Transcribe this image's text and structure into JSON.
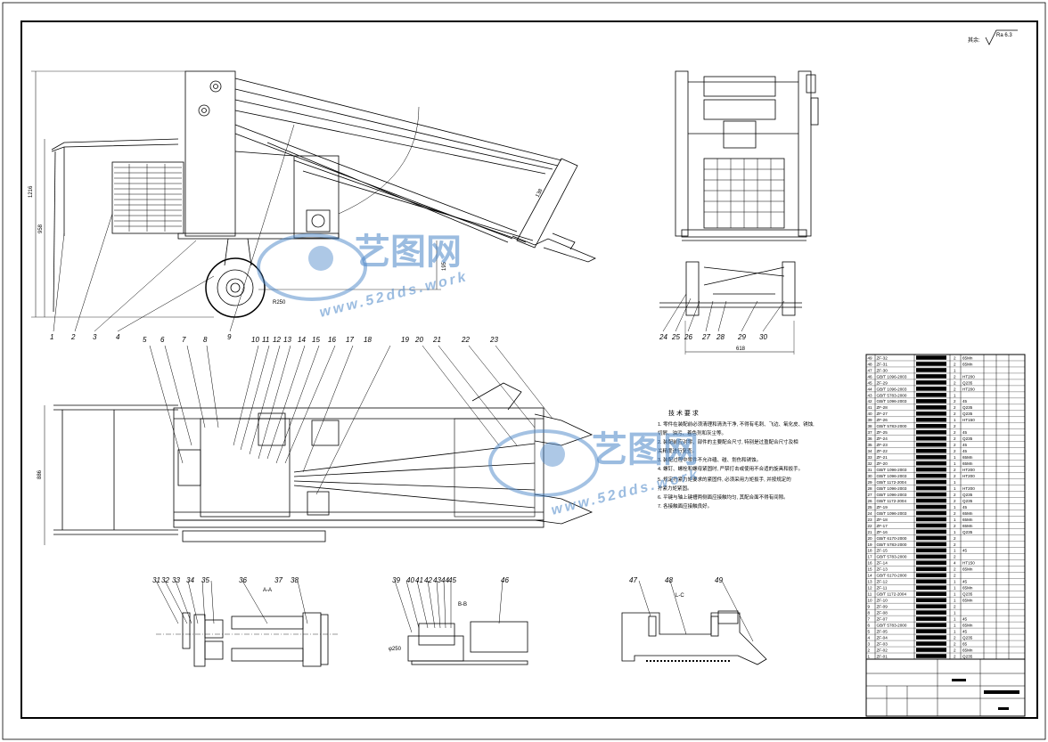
{
  "roughness_note": "其余:",
  "roughness_value": "Ra 6.3",
  "section_labels": {
    "aa": "A-A",
    "bb": "B-B",
    "cc": "L-C"
  },
  "dims": {
    "front_height": "1216",
    "front_inner_height": "958",
    "front_small": "195",
    "front_radius": "R250",
    "front_slope": "138",
    "side_width": "618",
    "top_height": "886",
    "bb_dia": "φ250"
  },
  "callouts_front": [
    "1",
    "2",
    "3",
    "4",
    "9"
  ],
  "callouts_side": [
    "24",
    "25",
    "26",
    "27",
    "28",
    "29",
    "30"
  ],
  "callouts_top": [
    "5",
    "6",
    "7",
    "8",
    "10",
    "11",
    "12",
    "13",
    "14",
    "15",
    "16",
    "17",
    "18",
    "19",
    "20",
    "21",
    "22",
    "23"
  ],
  "callouts_aa": [
    "31",
    "32",
    "33",
    "34",
    "35",
    "36",
    "37",
    "38"
  ],
  "callouts_bb": [
    "39",
    "40",
    "41",
    "42",
    "43",
    "44",
    "45",
    "46"
  ],
  "callouts_cc": [
    "47",
    "48",
    "49"
  ],
  "tech_title": "技 术 要 求",
  "tech_lines": [
    "1. 零件在装配前必须清理和清洗干净, 不得有毛刺、飞边、氧化皮、锈蚀,",
    "   切屑、油污、着色剂和灰尘等。",
    "2. 装配前应对零、部件的主要配合尺寸, 特别是过盈配合尺寸及相",
    "   关精度进行复查。",
    "3. 装配过程中零件不允许磕、碰、划伤和锈蚀。",
    "4. 螺钉、螺栓和螺母紧固时, 严禁打击或使用不合适的旋具和扳手。",
    "5. 规定拧紧力矩要求的紧固件, 必须采用力矩扳手, 并按规定的",
    "   拧紧力矩紧固。",
    "6. 平键与轴上键槽两侧面应接触均匀, 其配合面不得有间隙。",
    "7. 各接触面应接触良好。"
  ],
  "bom_rows": [
    {
      "no": "49",
      "code": "ZF-32",
      "qty": "2",
      "mat": "65Mn"
    },
    {
      "no": "48",
      "code": "ZF-31",
      "qty": "2",
      "mat": "65Mn"
    },
    {
      "no": "47",
      "code": "ZF-30",
      "qty": "1",
      "mat": ""
    },
    {
      "no": "46",
      "code": "GB/T 1096-2003",
      "qty": "2",
      "mat": "HT200"
    },
    {
      "no": "45",
      "code": "ZF-29",
      "qty": "2",
      "mat": "Q235"
    },
    {
      "no": "44",
      "code": "GB/T 1096-2003",
      "qty": "2",
      "mat": "HT200"
    },
    {
      "no": "43",
      "code": "GB/T 5783-2000",
      "qty": "1",
      "mat": ""
    },
    {
      "no": "42",
      "code": "GB/T 1096-2003",
      "qty": "2",
      "mat": "45"
    },
    {
      "no": "41",
      "code": "ZF-28",
      "qty": "2",
      "mat": "Q235"
    },
    {
      "no": "40",
      "code": "ZF-27",
      "qty": "2",
      "mat": "Q235"
    },
    {
      "no": "39",
      "code": "ZF-26",
      "qty": "1",
      "mat": "HT150"
    },
    {
      "no": "38",
      "code": "GB/T 5783-2000",
      "qty": "2",
      "mat": ""
    },
    {
      "no": "37",
      "code": "ZF-25",
      "qty": "2",
      "mat": "45"
    },
    {
      "no": "36",
      "code": "ZF-24",
      "qty": "2",
      "mat": "Q235"
    },
    {
      "no": "35",
      "code": "ZF-23",
      "qty": "2",
      "mat": "45"
    },
    {
      "no": "34",
      "code": "ZF-22",
      "qty": "2",
      "mat": "45"
    },
    {
      "no": "33",
      "code": "ZF-21",
      "qty": "1",
      "mat": "65Mn"
    },
    {
      "no": "32",
      "code": "ZF-20",
      "qty": "1",
      "mat": "65Mn"
    },
    {
      "no": "31",
      "code": "GB/T 1096-2003",
      "qty": "2",
      "mat": "HT200"
    },
    {
      "no": "30",
      "code": "GB/T 1096-2003",
      "qty": "2",
      "mat": "HT200"
    },
    {
      "no": "29",
      "code": "GB/T 1172-2004",
      "qty": "1",
      "mat": ""
    },
    {
      "no": "28",
      "code": "GB/T 1096-2003",
      "qty": "1",
      "mat": "HT200"
    },
    {
      "no": "27",
      "code": "GB/T 1096-2003",
      "qty": "2",
      "mat": "Q235"
    },
    {
      "no": "26",
      "code": "GB/T 1172-2004",
      "qty": "2",
      "mat": "Q235"
    },
    {
      "no": "25",
      "code": "ZF-19",
      "qty": "1",
      "mat": "45"
    },
    {
      "no": "24",
      "code": "GB/T 1096-2003",
      "qty": "2",
      "mat": "65Mn"
    },
    {
      "no": "23",
      "code": "ZF-18",
      "qty": "1",
      "mat": "65Mn"
    },
    {
      "no": "22",
      "code": "ZF-17",
      "qty": "2",
      "mat": "65Mn"
    },
    {
      "no": "21",
      "code": "ZF-16",
      "qty": "1",
      "mat": "Q235"
    },
    {
      "no": "20",
      "code": "GB/T 6170-2000",
      "qty": "2",
      "mat": ""
    },
    {
      "no": "19",
      "code": "GB/T 5783-2000",
      "qty": "2",
      "mat": ""
    },
    {
      "no": "18",
      "code": "ZF-15",
      "qty": "1",
      "mat": "45"
    },
    {
      "no": "17",
      "code": "GB/T 5783-2000",
      "qty": "2",
      "mat": ""
    },
    {
      "no": "16",
      "code": "ZF-14",
      "qty": "4",
      "mat": "HT150"
    },
    {
      "no": "15",
      "code": "ZF-13",
      "qty": "2",
      "mat": "65Mn"
    },
    {
      "no": "14",
      "code": "GB/T 6170-2000",
      "qty": "2",
      "mat": ""
    },
    {
      "no": "13",
      "code": "ZF-12",
      "qty": "1",
      "mat": "45"
    },
    {
      "no": "12",
      "code": "ZF-11",
      "qty": "1",
      "mat": "65Mn"
    },
    {
      "no": "11",
      "code": "GB/T 1172-2004",
      "qty": "1",
      "mat": "Q235"
    },
    {
      "no": "10",
      "code": "ZF-10",
      "qty": "1",
      "mat": "65Mn"
    },
    {
      "no": "9",
      "code": "ZF-09",
      "qty": "2",
      "mat": ""
    },
    {
      "no": "8",
      "code": "ZF-08",
      "qty": "1",
      "mat": ""
    },
    {
      "no": "7",
      "code": "ZF-07",
      "qty": "1",
      "mat": "45"
    },
    {
      "no": "6",
      "code": "GB/T 5783-2000",
      "qty": "1",
      "mat": "65Mn"
    },
    {
      "no": "5",
      "code": "ZF-05",
      "qty": "1",
      "mat": "45"
    },
    {
      "no": "4",
      "code": "ZF-04",
      "qty": "2",
      "mat": "Q235"
    },
    {
      "no": "3",
      "code": "ZF-03",
      "qty": "2",
      "mat": "65"
    },
    {
      "no": "2",
      "code": "ZF-02",
      "qty": "2",
      "mat": "65Mn"
    },
    {
      "no": "1",
      "code": "ZF-01",
      "qty": "2",
      "mat": "Q235"
    }
  ],
  "watermark": {
    "logo": "艺图网",
    "url": "www.52dds.work"
  }
}
